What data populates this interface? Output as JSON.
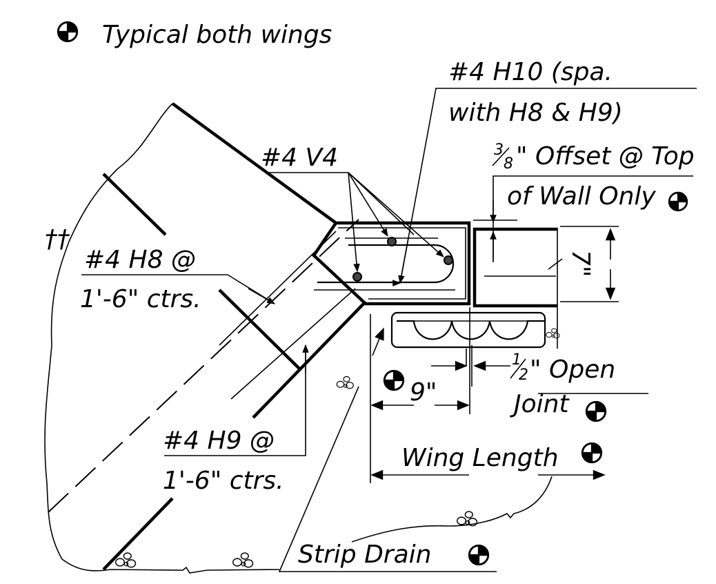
{
  "labels": {
    "note": "Typical both wings",
    "h10_line1": "#4 H10 (spa.",
    "h10_line2": "with H8 & H9)",
    "v4": "#4 V4",
    "offset_frac_num": "3",
    "offset_frac_den": "8",
    "offset_line1": "\" Offset @ Top",
    "offset_line2": "of Wall Only",
    "h8_mark": "††",
    "h8_line1": "#4 H8 @",
    "h8_line2": "1'-6\" ctrs.",
    "seven": "7\"",
    "open_frac_num": "1",
    "open_frac_den": "2",
    "open_line1": "\" Open",
    "open_line2": "Joint",
    "nine": "9\"",
    "h9_line1": "#4 H9 @",
    "h9_line2": "1'-6\" ctrs.",
    "wing_length": "Wing Length",
    "strip_drain": "Strip Drain"
  }
}
